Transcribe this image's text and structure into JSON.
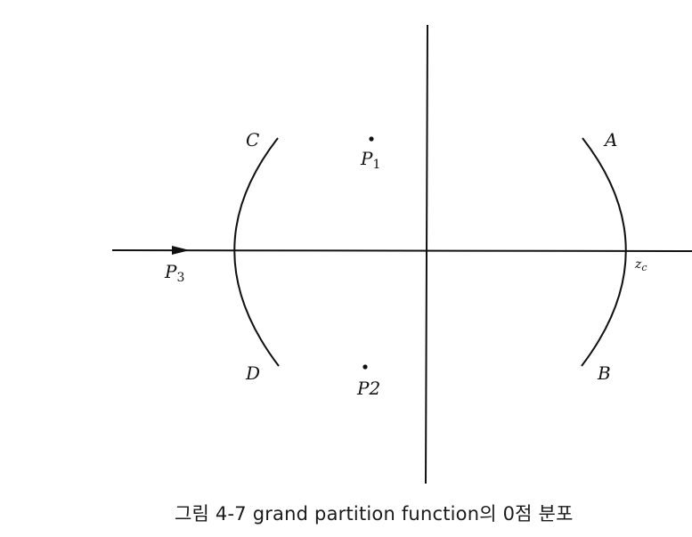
{
  "labels": {
    "A": "A",
    "B": "B",
    "C": "C",
    "D": "D",
    "P1_main": "P",
    "P1_sub": "1",
    "P2": "P2",
    "P3_main": "P",
    "P3_sub": "3",
    "zc_main": "z",
    "zc_sub": "c"
  },
  "caption": "그림 4-7  grand partition function의 0점 분포",
  "colors": {
    "ink": "#111111",
    "background": "#ffffff"
  }
}
